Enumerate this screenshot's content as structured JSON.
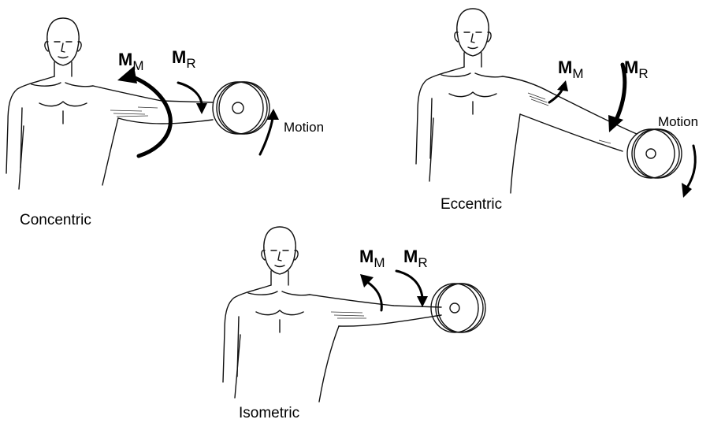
{
  "panels": [
    {
      "caption": "Concentric",
      "moment_muscle": {
        "main": "M",
        "sub": "M"
      },
      "moment_resistance": {
        "main": "M",
        "sub": "R"
      },
      "motion_label": "Motion"
    },
    {
      "caption": "Eccentric",
      "moment_muscle": {
        "main": "M",
        "sub": "M"
      },
      "moment_resistance": {
        "main": "M",
        "sub": "R"
      },
      "motion_label": "Motion"
    },
    {
      "caption": "Isometric",
      "moment_muscle": {
        "main": "M",
        "sub": "M"
      },
      "moment_resistance": {
        "main": "M",
        "sub": "R"
      }
    }
  ],
  "colors": {
    "ink": "#000000",
    "background": "#ffffff"
  }
}
